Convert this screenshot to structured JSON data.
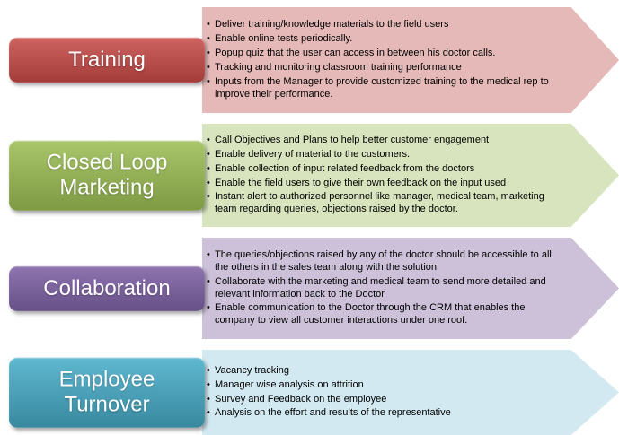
{
  "rows": [
    {
      "title": "Training",
      "label_color_top": "#CE6360",
      "label_color_bottom": "#A33C39",
      "arrow_color": "#E5B9B8",
      "bullets": [
        "Deliver training/knowledge materials to the field users",
        "Enable online tests periodically.",
        "Popup quiz that the user can access in between his doctor calls.",
        "Tracking and monitoring classroom training performance",
        "Inputs from the Manager to provide customized training to the medical rep to improve their performance."
      ]
    },
    {
      "title": "Closed Loop Marketing",
      "label_color_top": "#A9C66B",
      "label_color_bottom": "#7E9A43",
      "arrow_color": "#D7E4BD",
      "bullets": [
        "Call Objectives and Plans to help better customer engagement",
        "Enable delivery of material to the customers.",
        "Enable collection of input related feedback from the doctors",
        "Enable the field users to give their own feedback on the input used",
        "Instant alert to authorized personnel like manager, medical team, marketing team regarding queries, objections raised by the doctor."
      ]
    },
    {
      "title": "Collaboration",
      "label_color_top": "#8F74B0",
      "label_color_bottom": "#665087",
      "arrow_color": "#CCC1D9",
      "bullets": [
        "The queries/objections raised by any of the doctor should be accessible to all the others in the sales team along with the solution",
        "Collaborate with the marketing and medical team to send more detailed and relevant information back to the Doctor",
        "Enable communication to the Doctor through the CRM that enables the company to view all customer interactions under one roof."
      ]
    },
    {
      "title": "Employee Turnover",
      "label_color_top": "#5FB8D0",
      "label_color_bottom": "#38899F",
      "arrow_color": "#D2E9F1",
      "bullets": [
        "Vacancy tracking",
        "Manager wise analysis on attrition",
        "Survey and Feedback on the employee",
        "Analysis on the effort and results of the representative"
      ]
    }
  ]
}
